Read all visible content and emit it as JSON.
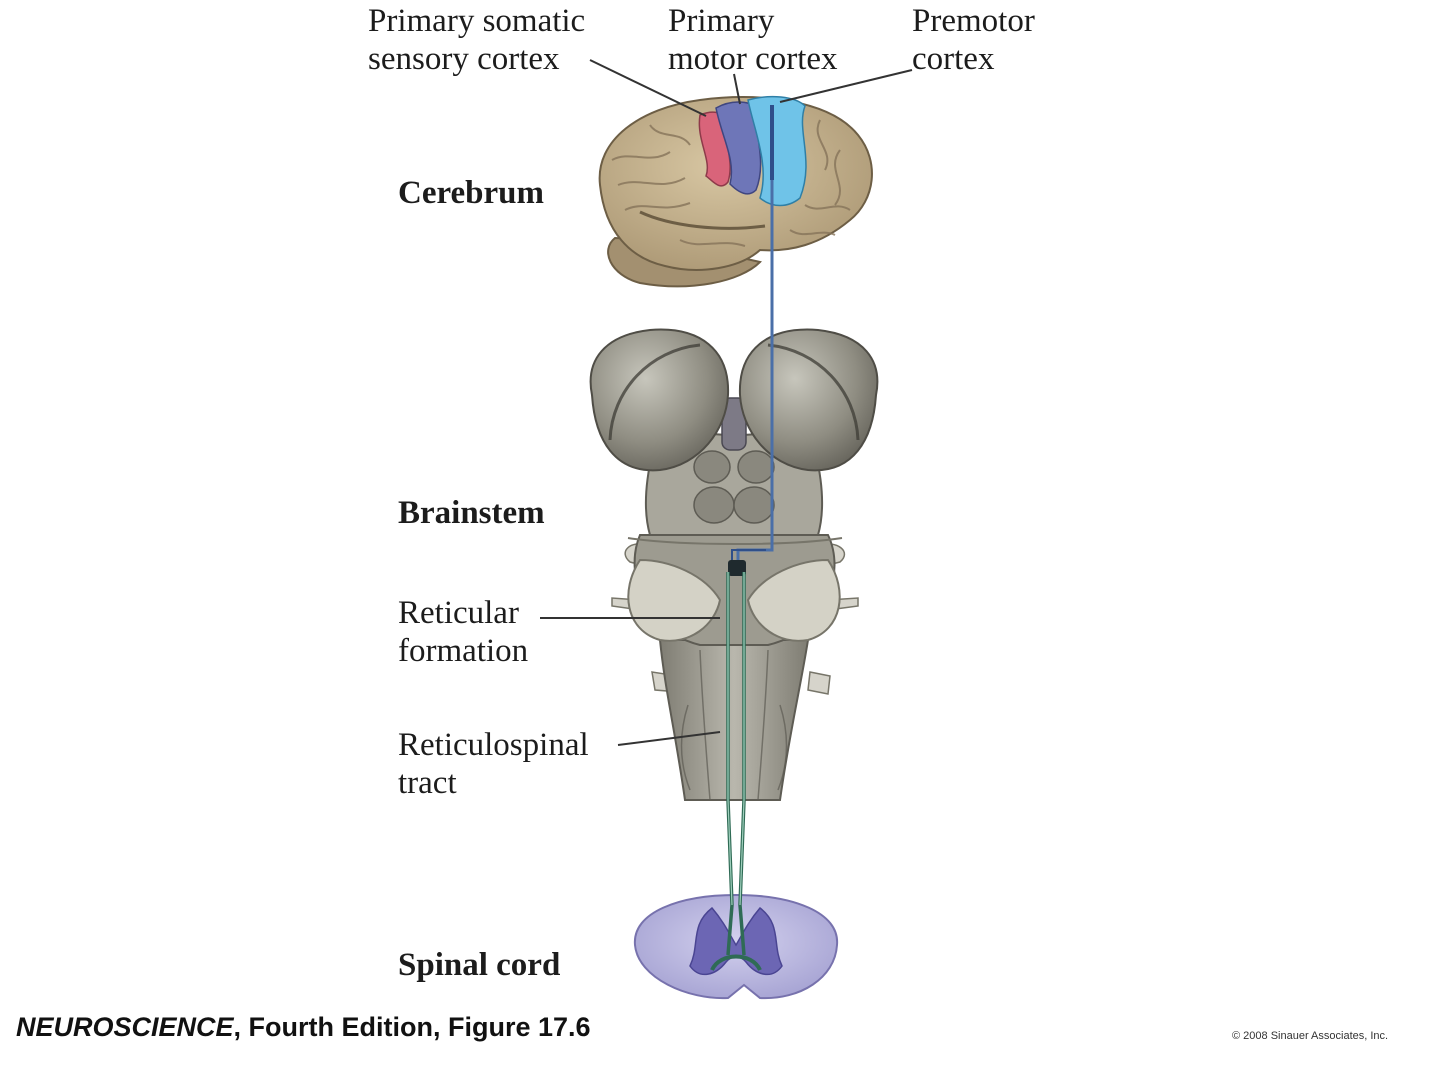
{
  "labels": {
    "primary_somatic_1": "Primary somatic",
    "primary_somatic_2": "sensory cortex",
    "primary_motor_1": "Primary",
    "primary_motor_2": "motor cortex",
    "premotor_1": "Premotor",
    "premotor_2": "cortex",
    "cerebrum": "Cerebrum",
    "brainstem": "Brainstem",
    "reticular_1": "Reticular",
    "reticular_2": "formation",
    "reticulospinal_1": "Reticulospinal",
    "reticulospinal_2": "tract",
    "spinal_cord": "Spinal cord"
  },
  "caption": {
    "book": "NEUROSCIENCE",
    "rest": ", Fourth Edition, Figure 17.6"
  },
  "copyright": "© 2008 Sinauer Associates, Inc.",
  "colors": {
    "brain_tan": "#c9b48e",
    "somatic_sensory": "#d9647a",
    "primary_motor": "#6e76b8",
    "premotor": "#6fc3e8",
    "brainstem_gray": "#9c9a8e",
    "cortical_tract": "#4a6fa8",
    "reticulospinal_tract": "#2f6b55",
    "spinal_cord": "#b7b4de"
  }
}
